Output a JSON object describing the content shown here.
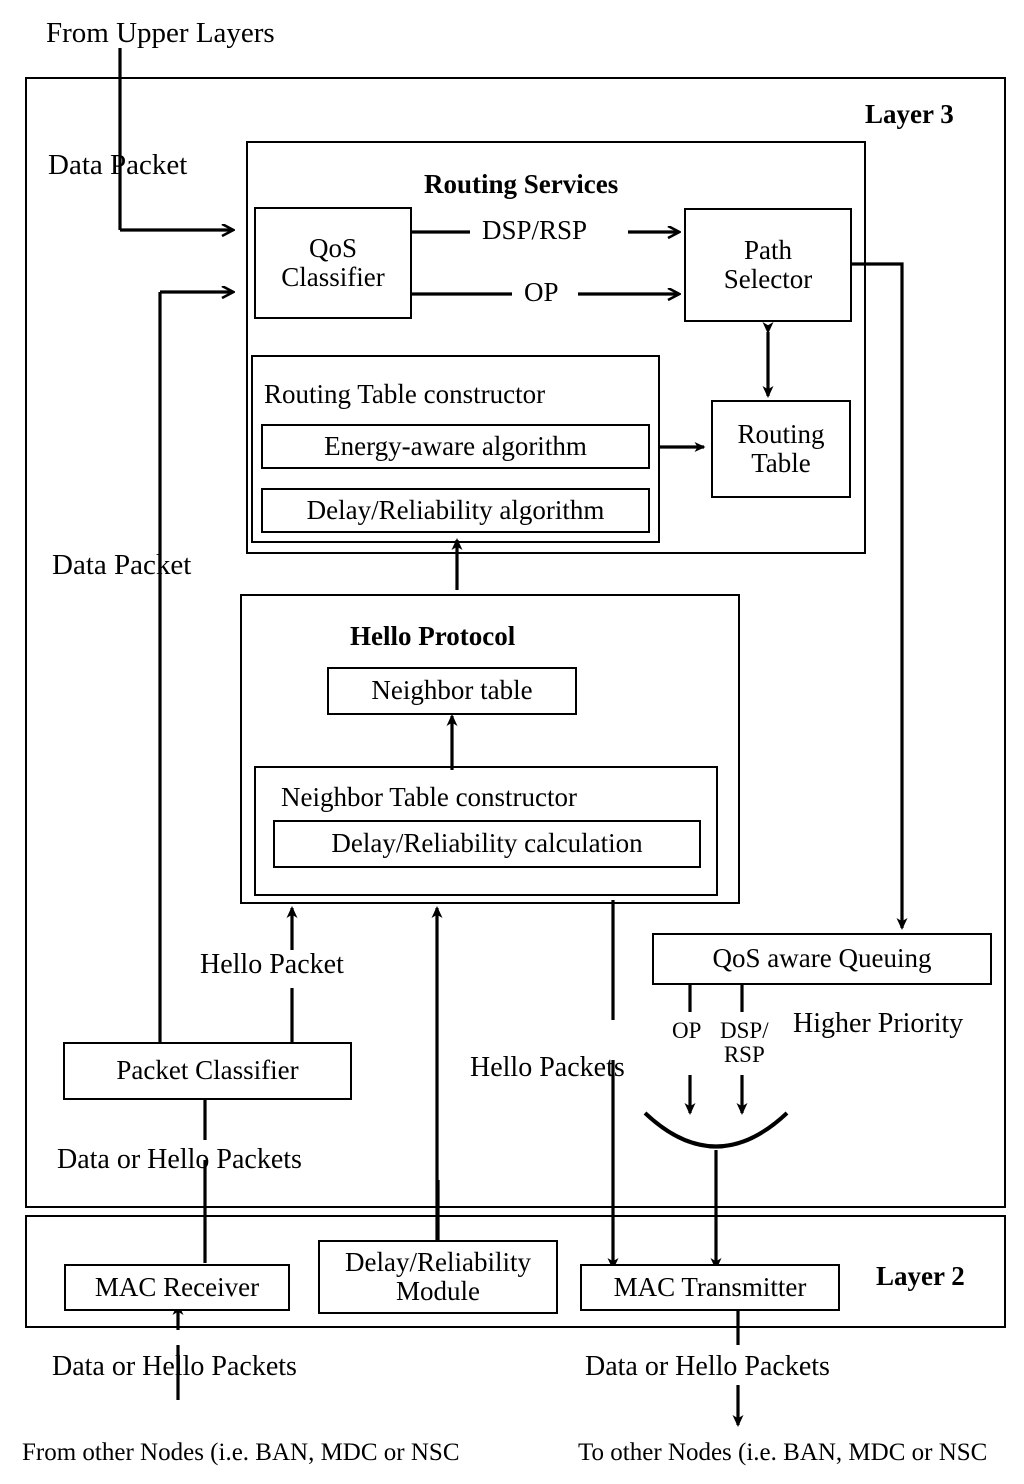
{
  "diagram": {
    "title": "Layered routing architecture (Layer 3 / Layer 2) block diagram",
    "layers": {
      "layer3_label": "Layer 3",
      "layer2_label": "Layer 2"
    },
    "groups": {
      "routing_services": "Routing Services",
      "hello_protocol": "Hello Protocol"
    },
    "blocks": {
      "qos_classifier": "QoS\nClassifier",
      "qos_classifier_line1": "QoS",
      "qos_classifier_line2": "Classifier",
      "path_selector_line1": "Path",
      "path_selector_line2": "Selector",
      "routing_table_line1": "Routing",
      "routing_table_line2": "Table",
      "routing_table_constructor": "Routing Table constructor",
      "energy_aware_algorithm": "Energy-aware algorithm",
      "delay_reliability_algorithm": "Delay/Reliability algorithm",
      "neighbor_table": "Neighbor table",
      "neighbor_table_constructor": "Neighbor Table constructor",
      "delay_reliability_calculation": "Delay/Reliability calculation",
      "qos_aware_queuing": "QoS aware Queuing",
      "packet_classifier": "Packet Classifier",
      "mac_receiver": "MAC Receiver",
      "mac_transmitter": "MAC Transmitter",
      "delay_reliability_module_line1": "Delay/Reliability",
      "delay_reliability_module_line2": "Module"
    },
    "edge_labels": {
      "from_upper_layers": "From Upper Layers",
      "data_packet_top": "Data Packet",
      "data_packet_left": "Data Packet",
      "dsp_rsp": "DSP/RSP",
      "op": "OP",
      "hello_packet": "Hello Packet",
      "hello_packets": "Hello Packets",
      "data_or_hello_packets_mid": "Data or Hello Packets",
      "queue_op": "OP",
      "queue_dsp_line1": "DSP/",
      "queue_dsp_line2": "RSP",
      "higher_priority": "Higher Priority",
      "data_or_hello_packets_in": "Data or Hello Packets",
      "data_or_hello_packets_out": "Data or Hello Packets",
      "from_other_nodes": "From other Nodes (i.e. BAN, MDC or NSC",
      "to_other_nodes": "To other Nodes (i.e. BAN, MDC or NSC"
    },
    "colors": {
      "stroke": "#000000",
      "background": "#ffffff"
    }
  }
}
